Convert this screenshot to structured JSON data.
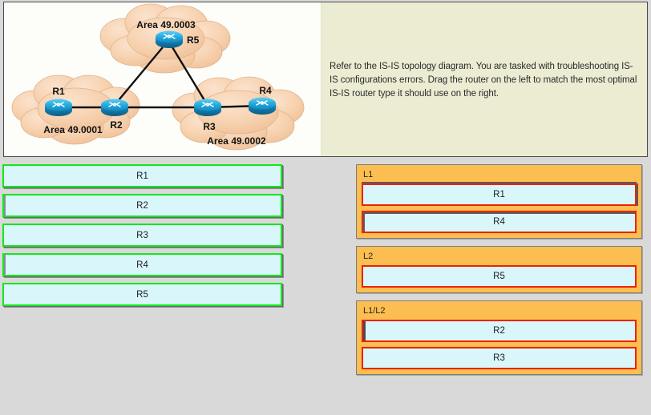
{
  "exhibit": {
    "task_text": "Refer to the IS-IS topology diagram. You are tasked with troubleshooting IS-IS configurations errors. Drag the router on the left to match the most optimal IS-IS router type it should use on the right.",
    "diagram": {
      "type": "network-topology",
      "clouds": [
        {
          "id": "area-49-0003",
          "label": "Area 49.0003"
        },
        {
          "id": "area-49-0001",
          "label": "Area 49.0001"
        },
        {
          "id": "area-49-0002",
          "label": "Area 49.0002"
        }
      ],
      "routers": [
        {
          "id": "R5",
          "label": "R5",
          "area": "Area 49.0003"
        },
        {
          "id": "R1",
          "label": "R1",
          "area": "Area 49.0001"
        },
        {
          "id": "R2",
          "label": "R2",
          "area": "Area 49.0001"
        },
        {
          "id": "R3",
          "label": "R3",
          "area": "Area 49.0002"
        },
        {
          "id": "R4",
          "label": "R4",
          "area": "Area 49.0002"
        }
      ],
      "links": [
        {
          "from": "R1",
          "to": "R2"
        },
        {
          "from": "R2",
          "to": "R3"
        },
        {
          "from": "R3",
          "to": "R4"
        },
        {
          "from": "R2",
          "to": "R5"
        },
        {
          "from": "R5",
          "to": "R3"
        }
      ]
    }
  },
  "drag_source": {
    "items": [
      {
        "label": "R1"
      },
      {
        "label": "R2"
      },
      {
        "label": "R3"
      },
      {
        "label": "R4"
      },
      {
        "label": "R5"
      }
    ]
  },
  "drop_targets": {
    "zones": [
      {
        "label": "L1",
        "items": [
          {
            "label": "R1"
          },
          {
            "label": "R4"
          }
        ]
      },
      {
        "label": "L2",
        "items": [
          {
            "label": "R5"
          }
        ]
      },
      {
        "label": "L1/L2",
        "items": [
          {
            "label": "R2"
          },
          {
            "label": "R3"
          }
        ]
      }
    ]
  },
  "colors": {
    "page_background": "#d9d9d9",
    "exhibit_background": "#ececd3",
    "diagram_background": "#ffffff",
    "drag_item_fill": "#d9f6fb",
    "drag_item_border": "#12e81c",
    "drop_zone_fill": "#fcbe50",
    "drop_item_border": "#ee2200",
    "cloud_fill": "#f6cfab",
    "router_fill": "#1a9fd4"
  }
}
